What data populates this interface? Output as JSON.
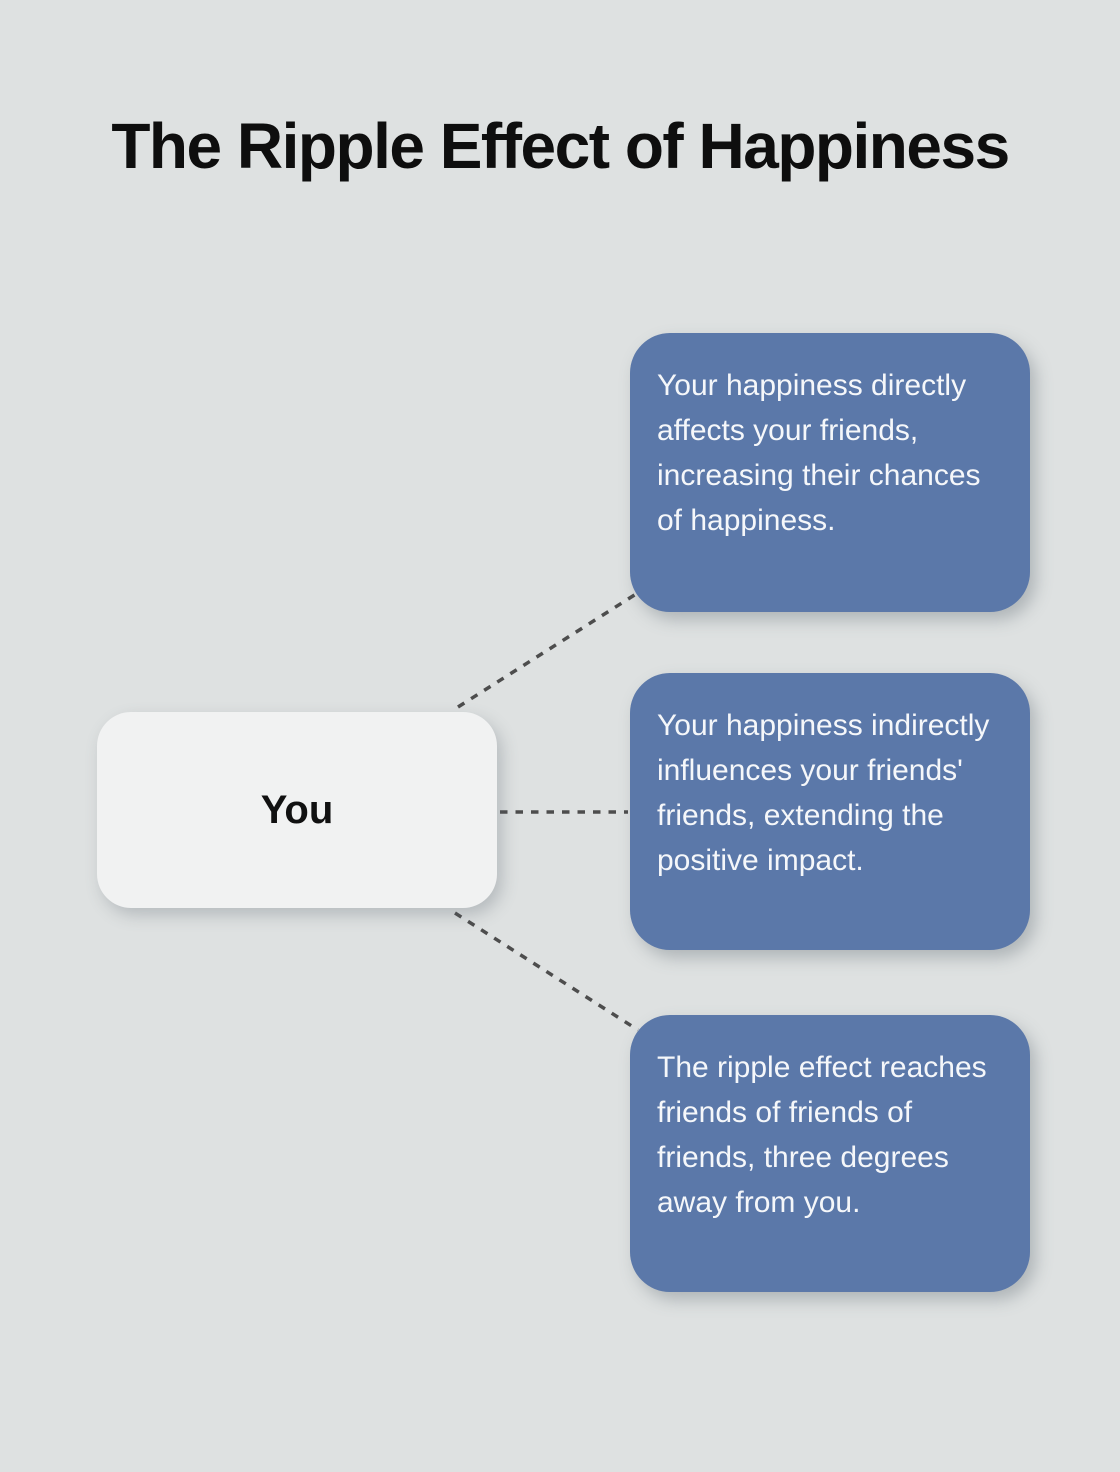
{
  "page": {
    "title": "The Ripple Effect of Happiness"
  },
  "colors": {
    "background": "#dee1e1",
    "branch_box": "#5b78a9",
    "branch_text": "#f5f7fa",
    "center_box": "#f1f2f2",
    "connector": "#4d4d4d",
    "title_text": "#0e0e0e"
  },
  "diagram": {
    "center_node": {
      "label": "You"
    },
    "branches": [
      {
        "text": "Your happiness directly affects your friends, increasing their chances of happiness."
      },
      {
        "text": "Your happiness indirectly influences your friends' friends, extending the positive impact."
      },
      {
        "text": "The ripple effect reaches friends of friends of friends, three degrees away from you."
      }
    ]
  }
}
